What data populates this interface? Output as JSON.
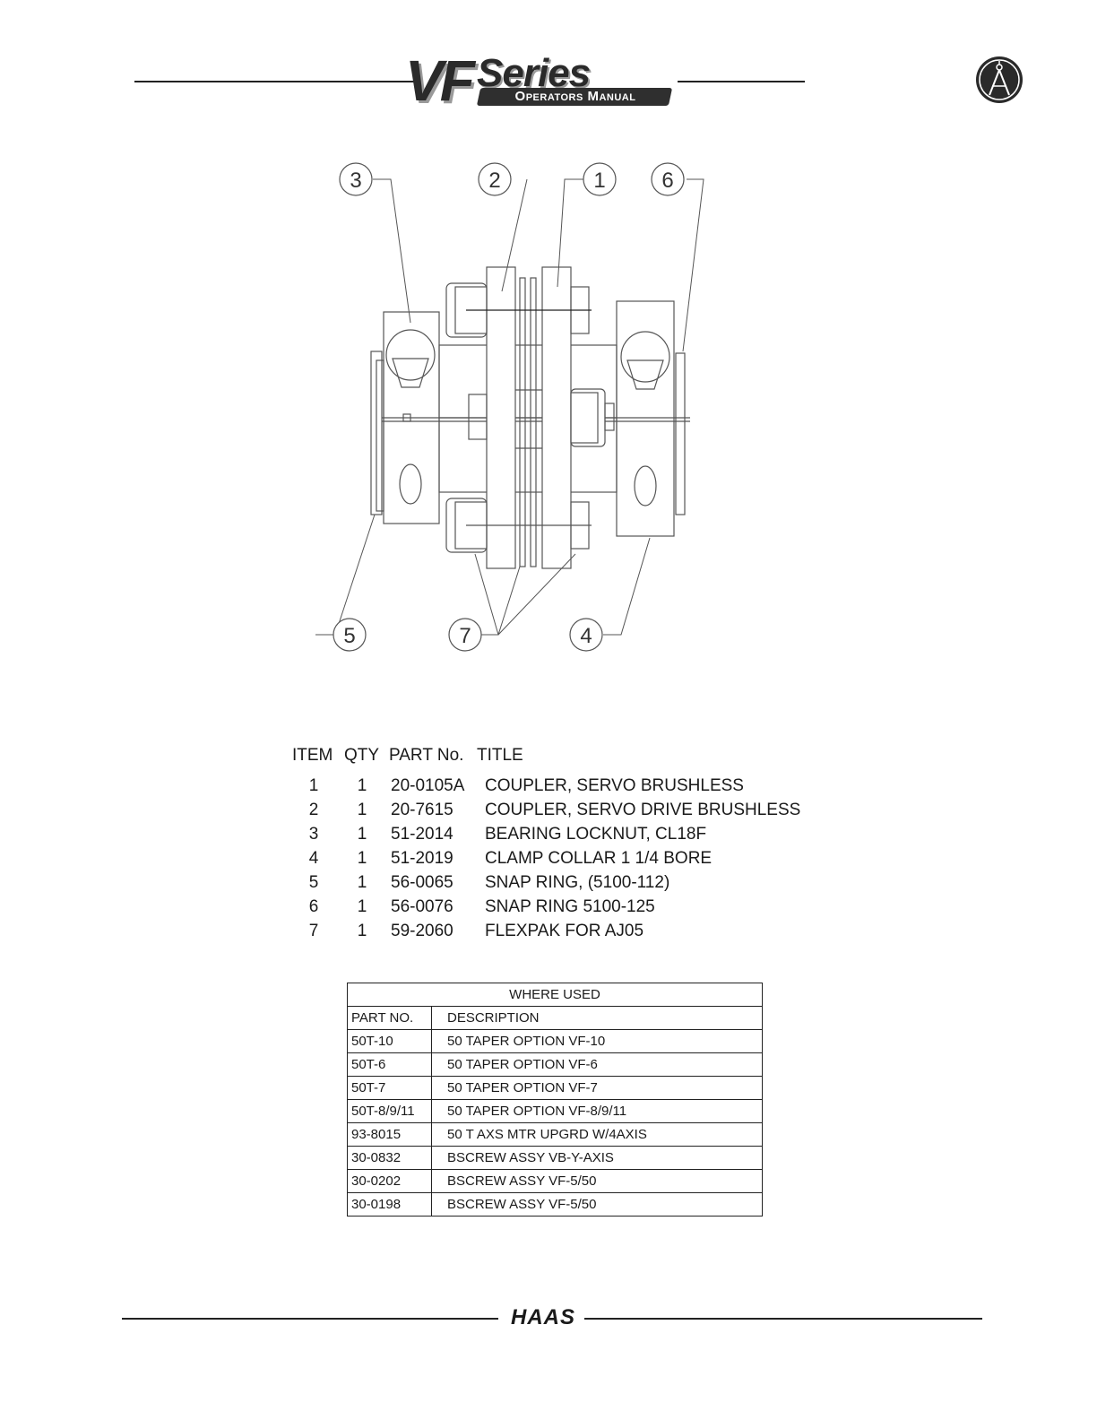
{
  "header": {
    "logo_main": "VF",
    "logo_series": "Series",
    "logo_subtitle": "Operators Manual"
  },
  "diagram": {
    "callouts": [
      "1",
      "2",
      "3",
      "4",
      "5",
      "6",
      "7"
    ]
  },
  "parts_list": {
    "headers": {
      "item": "ITEM",
      "qty": "QTY",
      "part_no": "PART No.",
      "title": "TITLE"
    },
    "rows": [
      {
        "item": "1",
        "qty": "1",
        "part_no": "20-0105A",
        "title": "COUPLER, SERVO BRUSHLESS"
      },
      {
        "item": "2",
        "qty": "1",
        "part_no": "20-7615",
        "title": "COUPLER, SERVO DRIVE BRUSHLESS"
      },
      {
        "item": "3",
        "qty": "1",
        "part_no": "51-2014",
        "title": "BEARING LOCKNUT, CL18F"
      },
      {
        "item": "4",
        "qty": "1",
        "part_no": "51-2019",
        "title": "CLAMP COLLAR 1 1/4 BORE"
      },
      {
        "item": "5",
        "qty": "1",
        "part_no": "56-0065",
        "title": "SNAP RING, (5100-112)"
      },
      {
        "item": "6",
        "qty": "1",
        "part_no": "56-0076",
        "title": "SNAP RING 5100-125"
      },
      {
        "item": "7",
        "qty": "1",
        "part_no": "59-2060",
        "title": "FLEXPAK FOR AJ05"
      }
    ]
  },
  "where_used": {
    "title": "WHERE USED",
    "headers": {
      "part_no": "PART NO.",
      "description": "DESCRIPTION"
    },
    "rows": [
      {
        "part_no": "50T-10",
        "description": "50 TAPER OPTION VF-10"
      },
      {
        "part_no": "50T-6",
        "description": "50 TAPER OPTION VF-6"
      },
      {
        "part_no": "50T-7",
        "description": "50 TAPER OPTION VF-7"
      },
      {
        "part_no": "50T-8/9/11",
        "description": "50 TAPER OPTION VF-8/9/11"
      },
      {
        "part_no": "93-8015",
        "description": "50 T AXS MTR UPGRD W/4AXIS"
      },
      {
        "part_no": "30-0832",
        "description": "BSCREW ASSY VB-Y-AXIS"
      },
      {
        "part_no": "30-0202",
        "description": "BSCREW ASSY VF-5/50"
      },
      {
        "part_no": "30-0198",
        "description": "BSCREW ASSY VF-5/50"
      }
    ]
  },
  "footer": {
    "brand": "HAAS"
  }
}
